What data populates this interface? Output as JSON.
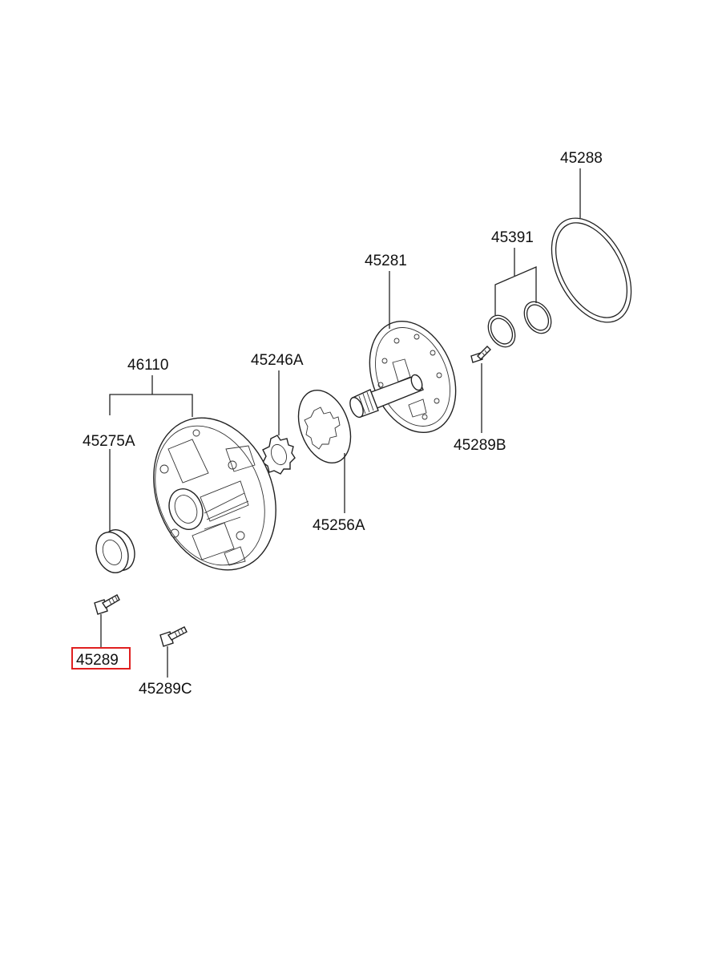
{
  "labels": {
    "p45288": "45288",
    "p45391": "45391",
    "p45281": "45281",
    "p46110": "46110",
    "p45246A": "45246A",
    "p45275A": "45275A",
    "p45289B": "45289B",
    "p45256A": "45256A",
    "p45289": "45289",
    "p45289C": "45289C"
  },
  "highlight": {
    "part": "45289",
    "color": "#e02020"
  }
}
